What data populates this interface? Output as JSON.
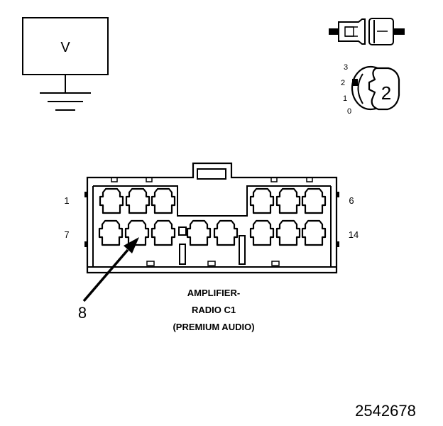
{
  "voltmeter": {
    "label": "V"
  },
  "ignition_switch": {
    "positions": [
      "3",
      "2",
      "1",
      "0"
    ],
    "selected": "2"
  },
  "connector": {
    "title_line1": "AMPLIFIER-",
    "title_line2": "RADIO C1",
    "title_line3": "(PREMIUM AUDIO)",
    "pin_labels": {
      "top_left": "1",
      "top_right": "6",
      "bottom_left": "7",
      "bottom_right": "14"
    },
    "pointer_label": "8",
    "top_row_cavities": 6,
    "bottom_row_cavities": 8
  },
  "figure_id": "2542678"
}
